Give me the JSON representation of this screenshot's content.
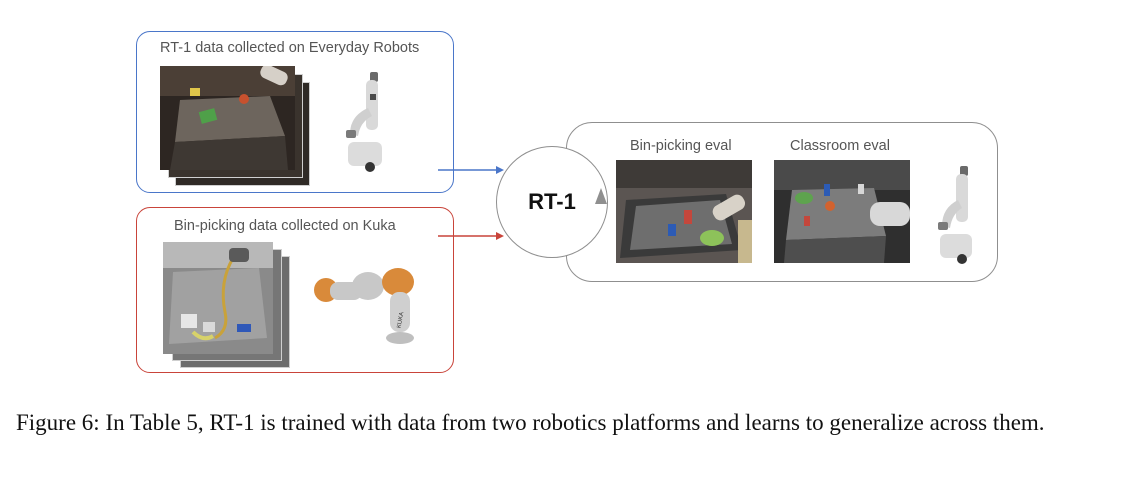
{
  "figure": {
    "everyday_box": {
      "label": "RT-1 data collected on Everyday Robots",
      "color": "#4a76c9"
    },
    "kuka_box": {
      "label": "Bin-picking data collected on Kuka",
      "color": "#c9443a"
    },
    "model": {
      "label": "RT-1"
    },
    "eval_box": {
      "bin_picking_label": "Bin-picking eval",
      "classroom_label": "Classroom eval"
    },
    "kuka_logo_text": "KUKA"
  },
  "caption": {
    "text": "Figure 6: In Table 5, RT-1 is trained with data from two robotics platforms and learns to generalize across them."
  }
}
